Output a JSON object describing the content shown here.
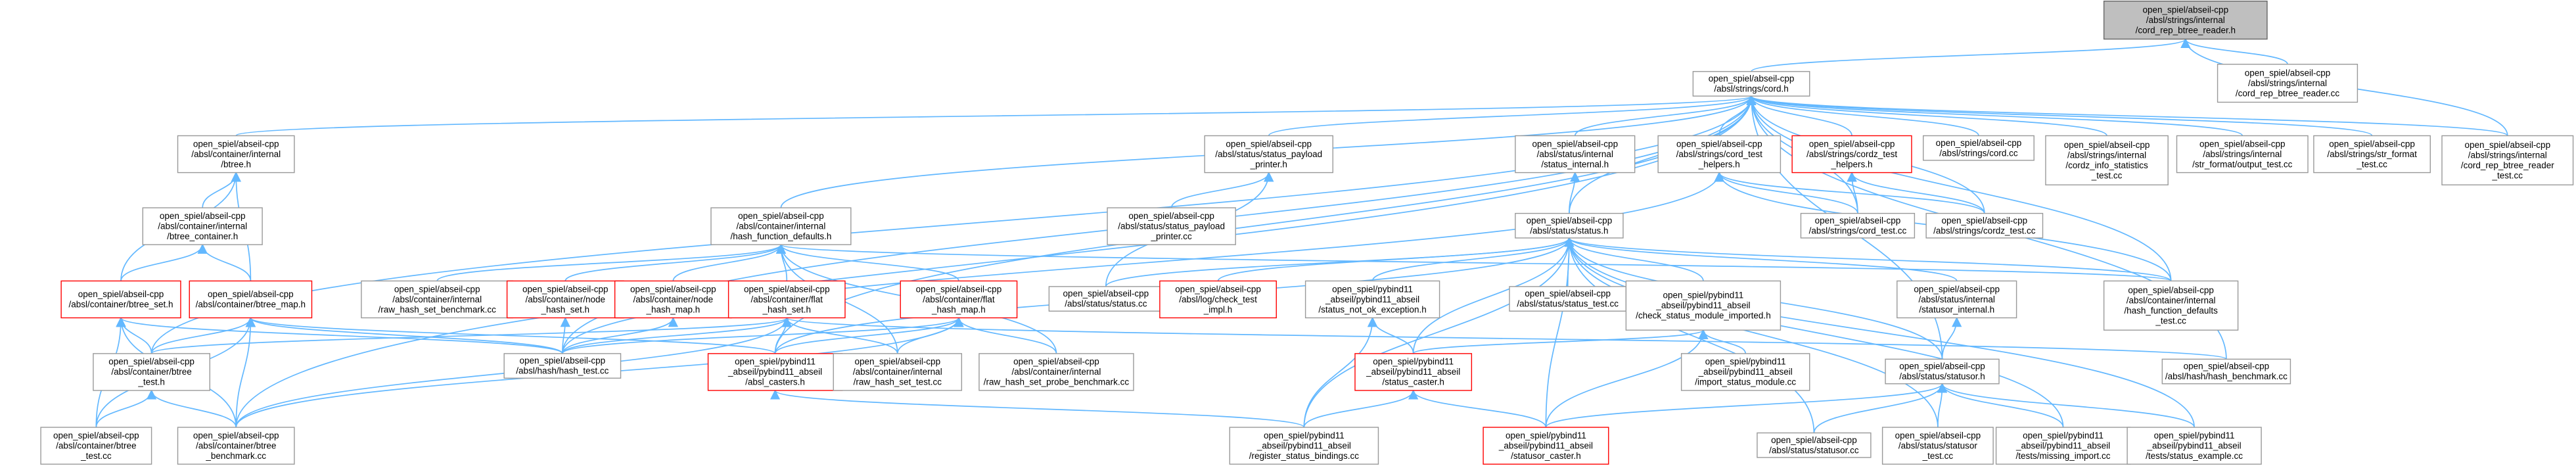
{
  "colors": {
    "edge": "#63b8ff",
    "box_border": "#999999",
    "box_border_highlight": "#ff0000",
    "root_fill": "#bfbfbf"
  },
  "nodes": [
    {
      "id": "root",
      "lines": [
        "open_spiel/abseil-cpp",
        "/absl/strings/internal",
        "/cord_rep_btree_reader.h"
      ],
      "style": "root"
    },
    {
      "id": "reader_cc",
      "lines": [
        "open_spiel/abseil-cpp",
        "/absl/strings/internal",
        "/cord_rep_btree_reader.cc"
      ],
      "style": "normal"
    },
    {
      "id": "cord_h",
      "lines": [
        "open_spiel/abseil-cpp",
        "/absl/strings/cord.h"
      ],
      "style": "normal"
    },
    {
      "id": "btree_h",
      "lines": [
        "open_spiel/abseil-cpp",
        "/absl/container/internal",
        "/btree.h"
      ],
      "style": "normal"
    },
    {
      "id": "status_payload_printer_h",
      "lines": [
        "open_spiel/abseil-cpp",
        "/absl/status/status_payload",
        "_printer.h"
      ],
      "style": "normal"
    },
    {
      "id": "status_internal_h",
      "lines": [
        "open_spiel/abseil-cpp",
        "/absl/status/internal",
        "/status_internal.h"
      ],
      "style": "normal"
    },
    {
      "id": "cord_test_helpers_h",
      "lines": [
        "open_spiel/abseil-cpp",
        "/absl/strings/cord_test",
        "_helpers.h"
      ],
      "style": "normal"
    },
    {
      "id": "cordz_test_helpers_h",
      "lines": [
        "open_spiel/abseil-cpp",
        "/absl/strings/cordz_test",
        "_helpers.h"
      ],
      "style": "red"
    },
    {
      "id": "cord_cc",
      "lines": [
        "open_spiel/abseil-cpp",
        "/absl/strings/cord.cc"
      ],
      "style": "normal"
    },
    {
      "id": "cordz_info_statistics_test",
      "lines": [
        "open_spiel/abseil-cpp",
        "/absl/strings/internal",
        "/cordz_info_statistics",
        "_test.cc"
      ],
      "style": "normal"
    },
    {
      "id": "str_format_output_test",
      "lines": [
        "open_spiel/abseil-cpp",
        "/absl/strings/internal",
        "/str_format/output_test.cc"
      ],
      "style": "normal"
    },
    {
      "id": "str_format_test",
      "lines": [
        "open_spiel/abseil-cpp",
        "/absl/strings/str_format",
        "_test.cc"
      ],
      "style": "normal"
    },
    {
      "id": "reader_test",
      "lines": [
        "open_spiel/abseil-cpp",
        "/absl/strings/internal",
        "/cord_rep_btree_reader",
        "_test.cc"
      ],
      "style": "normal"
    },
    {
      "id": "btree_container_h",
      "lines": [
        "open_spiel/abseil-cpp",
        "/absl/container/internal",
        "/btree_container.h"
      ],
      "style": "normal"
    },
    {
      "id": "hash_function_defaults_h",
      "lines": [
        "open_spiel/abseil-cpp",
        "/absl/container/internal",
        "/hash_function_defaults.h"
      ],
      "style": "normal"
    },
    {
      "id": "status_payload_printer_cc",
      "lines": [
        "open_spiel/abseil-cpp",
        "/absl/status/status_payload",
        "_printer.cc"
      ],
      "style": "normal"
    },
    {
      "id": "status_h",
      "lines": [
        "open_spiel/abseil-cpp",
        "/absl/status/status.h"
      ],
      "style": "normal"
    },
    {
      "id": "cord_test",
      "lines": [
        "open_spiel/abseil-cpp",
        "/absl/strings/cord_test.cc"
      ],
      "style": "normal"
    },
    {
      "id": "cordz_test",
      "lines": [
        "open_spiel/abseil-cpp",
        "/absl/strings/cordz_test.cc"
      ],
      "style": "normal"
    },
    {
      "id": "btree_set_h",
      "lines": [
        "open_spiel/abseil-cpp",
        "/absl/container/btree_set.h"
      ],
      "style": "red"
    },
    {
      "id": "btree_map_h",
      "lines": [
        "open_spiel/abseil-cpp",
        "/absl/container/btree_map.h"
      ],
      "style": "red"
    },
    {
      "id": "raw_hash_set_benchmark",
      "lines": [
        "open_spiel/abseil-cpp",
        "/absl/container/internal",
        "/raw_hash_set_benchmark.cc"
      ],
      "style": "normal"
    },
    {
      "id": "node_hash_set_h",
      "lines": [
        "open_spiel/abseil-cpp",
        "/absl/container/node",
        "_hash_set.h"
      ],
      "style": "red"
    },
    {
      "id": "node_hash_map_h",
      "lines": [
        "open_spiel/abseil-cpp",
        "/absl/container/node",
        "_hash_map.h"
      ],
      "style": "red"
    },
    {
      "id": "flat_hash_set_h",
      "lines": [
        "open_spiel/abseil-cpp",
        "/absl/container/flat",
        "_hash_set.h"
      ],
      "style": "red"
    },
    {
      "id": "flat_hash_map_h",
      "lines": [
        "open_spiel/abseil-cpp",
        "/absl/container/flat",
        "_hash_map.h"
      ],
      "style": "red"
    },
    {
      "id": "status_cc",
      "lines": [
        "open_spiel/abseil-cpp",
        "/absl/status/status.cc"
      ],
      "style": "normal"
    },
    {
      "id": "check_test_impl_h",
      "lines": [
        "open_spiel/abseil-cpp",
        "/absl/log/check_test",
        "_impl.h"
      ],
      "style": "red"
    },
    {
      "id": "status_not_ok_exception_h",
      "lines": [
        "open_spiel/pybind11",
        "_abseil/pybind11_abseil",
        "/status_not_ok_exception.h"
      ],
      "style": "normal"
    },
    {
      "id": "status_test",
      "lines": [
        "open_spiel/abseil-cpp",
        "/absl/status/status_test.cc"
      ],
      "style": "normal"
    },
    {
      "id": "check_status_module_imported_h",
      "lines": [
        "open_spiel/pybind11",
        "_abseil/pybind11_abseil",
        "/check_status_module_imported.h"
      ],
      "style": "normal"
    },
    {
      "id": "statusor_internal_h",
      "lines": [
        "open_spiel/abseil-cpp",
        "/absl/status/internal",
        "/statusor_internal.h"
      ],
      "style": "normal"
    },
    {
      "id": "hash_function_defaults_test",
      "lines": [
        "open_spiel/abseil-cpp",
        "/absl/container/internal",
        "/hash_function_defaults",
        "_test.cc"
      ],
      "style": "normal"
    },
    {
      "id": "btree_test_h",
      "lines": [
        "open_spiel/abseil-cpp",
        "/absl/container/btree",
        "_test.h"
      ],
      "style": "normal"
    },
    {
      "id": "hash_test",
      "lines": [
        "open_spiel/abseil-cpp",
        "/absl/hash/hash_test.cc"
      ],
      "style": "normal"
    },
    {
      "id": "absl_casters_h",
      "lines": [
        "open_spiel/pybind11",
        "_abseil/pybind11_abseil",
        "/absl_casters.h"
      ],
      "style": "red"
    },
    {
      "id": "raw_hash_set_test",
      "lines": [
        "open_spiel/abseil-cpp",
        "/absl/container/internal",
        "/raw_hash_set_test.cc"
      ],
      "style": "normal"
    },
    {
      "id": "raw_hash_set_probe_benchmark",
      "lines": [
        "open_spiel/abseil-cpp",
        "/absl/container/internal",
        "/raw_hash_set_probe_benchmark.cc"
      ],
      "style": "normal"
    },
    {
      "id": "status_caster_h",
      "lines": [
        "open_spiel/pybind11",
        "_abseil/pybind11_abseil",
        "/status_caster.h"
      ],
      "style": "red"
    },
    {
      "id": "import_status_module_cc",
      "lines": [
        "open_spiel/pybind11",
        "_abseil/pybind11_abseil",
        "/import_status_module.cc"
      ],
      "style": "normal"
    },
    {
      "id": "statusor_h",
      "lines": [
        "open_spiel/abseil-cpp",
        "/absl/status/statusor.h"
      ],
      "style": "normal"
    },
    {
      "id": "hash_benchmark",
      "lines": [
        "open_spiel/abseil-cpp",
        "/absl/hash/hash_benchmark.cc"
      ],
      "style": "normal"
    },
    {
      "id": "btree_test",
      "lines": [
        "open_spiel/abseil-cpp",
        "/absl/container/btree",
        "_test.cc"
      ],
      "style": "normal"
    },
    {
      "id": "btree_benchmark",
      "lines": [
        "open_spiel/abseil-cpp",
        "/absl/container/btree",
        "_benchmark.cc"
      ],
      "style": "normal"
    },
    {
      "id": "register_status_bindings",
      "lines": [
        "open_spiel/pybind11",
        "_abseil/pybind11_abseil",
        "/register_status_bindings.cc"
      ],
      "style": "normal"
    },
    {
      "id": "statusor_caster_h",
      "lines": [
        "open_spiel/pybind11",
        "_abseil/pybind11_abseil",
        "/statusor_caster.h"
      ],
      "style": "red"
    },
    {
      "id": "statusor_cc",
      "lines": [
        "open_spiel/abseil-cpp",
        "/absl/status/statusor.cc"
      ],
      "style": "normal"
    },
    {
      "id": "statusor_test",
      "lines": [
        "open_spiel/abseil-cpp",
        "/absl/status/statusor",
        "_test.cc"
      ],
      "style": "normal"
    },
    {
      "id": "missing_import",
      "lines": [
        "open_spiel/pybind11",
        "_abseil/pybind11_abseil",
        "/tests/missing_import.cc"
      ],
      "style": "normal"
    },
    {
      "id": "status_example",
      "lines": [
        "open_spiel/pybind11",
        "_abseil/pybind11_abseil",
        "/tests/status_example.cc"
      ],
      "style": "normal"
    }
  ],
  "edges": [
    [
      "root",
      "cord_h"
    ],
    [
      "root",
      "reader_cc"
    ],
    [
      "root",
      "reader_test"
    ],
    [
      "cord_h",
      "btree_h"
    ],
    [
      "cord_h",
      "status_payload_printer_h"
    ],
    [
      "cord_h",
      "status_internal_h"
    ],
    [
      "cord_h",
      "cord_test_helpers_h"
    ],
    [
      "cord_h",
      "cordz_test_helpers_h"
    ],
    [
      "cord_h",
      "cord_cc"
    ],
    [
      "cord_h",
      "cordz_info_statistics_test"
    ],
    [
      "cord_h",
      "str_format_output_test"
    ],
    [
      "cord_h",
      "str_format_test"
    ],
    [
      "cord_h",
      "reader_test"
    ],
    [
      "cord_h",
      "hash_function_defaults_h"
    ],
    [
      "cord_h",
      "status_h"
    ],
    [
      "cord_h",
      "cord_test"
    ],
    [
      "cord_h",
      "cordz_test"
    ],
    [
      "cord_h",
      "hash_function_defaults_test"
    ],
    [
      "cord_h",
      "hash_benchmark"
    ],
    [
      "cord_h",
      "absl_casters_h"
    ],
    [
      "cord_h",
      "statusor_h"
    ],
    [
      "cord_h",
      "btree_test_h"
    ],
    [
      "cord_h",
      "btree_benchmark"
    ],
    [
      "cord_h",
      "hash_test"
    ],
    [
      "btree_h",
      "btree_container_h"
    ],
    [
      "btree_h",
      "btree_set_h"
    ],
    [
      "btree_h",
      "btree_map_h"
    ],
    [
      "btree_container_h",
      "btree_set_h"
    ],
    [
      "btree_container_h",
      "btree_map_h"
    ],
    [
      "status_payload_printer_h",
      "status_payload_printer_cc"
    ],
    [
      "status_payload_printer_h",
      "status_cc"
    ],
    [
      "status_internal_h",
      "status_h"
    ],
    [
      "cord_test_helpers_h",
      "cord_test"
    ],
    [
      "cord_test_helpers_h",
      "cordz_test"
    ],
    [
      "cord_test_helpers_h",
      "hash_test"
    ],
    [
      "cord_test_helpers_h",
      "hash_function_defaults_test"
    ],
    [
      "cordz_test_helpers_h",
      "cord_test"
    ],
    [
      "cordz_test_helpers_h",
      "cordz_test"
    ],
    [
      "hash_function_defaults_h",
      "raw_hash_set_benchmark"
    ],
    [
      "hash_function_defaults_h",
      "node_hash_set_h"
    ],
    [
      "hash_function_defaults_h",
      "node_hash_map_h"
    ],
    [
      "hash_function_defaults_h",
      "flat_hash_set_h"
    ],
    [
      "hash_function_defaults_h",
      "flat_hash_map_h"
    ],
    [
      "hash_function_defaults_h",
      "hash_function_defaults_test"
    ],
    [
      "hash_function_defaults_h",
      "raw_hash_set_test"
    ],
    [
      "hash_function_defaults_h",
      "raw_hash_set_probe_benchmark"
    ],
    [
      "status_h",
      "status_cc"
    ],
    [
      "status_h",
      "check_test_impl_h"
    ],
    [
      "status_h",
      "status_not_ok_exception_h"
    ],
    [
      "status_h",
      "status_test"
    ],
    [
      "status_h",
      "check_status_module_imported_h"
    ],
    [
      "status_h",
      "statusor_internal_h"
    ],
    [
      "status_h",
      "hash_function_defaults_test"
    ],
    [
      "status_h",
      "statusor_h"
    ],
    [
      "status_h",
      "status_caster_h"
    ],
    [
      "status_h",
      "statusor_caster_h"
    ],
    [
      "status_h",
      "register_status_bindings"
    ],
    [
      "status_h",
      "statusor_cc"
    ],
    [
      "status_h",
      "statusor_test"
    ],
    [
      "status_h",
      "missing_import"
    ],
    [
      "status_h",
      "status_example"
    ],
    [
      "status_h",
      "absl_casters_h"
    ],
    [
      "btree_set_h",
      "btree_test_h"
    ],
    [
      "btree_set_h",
      "hash_test"
    ],
    [
      "btree_set_h",
      "btree_test"
    ],
    [
      "btree_set_h",
      "btree_benchmark"
    ],
    [
      "btree_map_h",
      "btree_test_h"
    ],
    [
      "btree_map_h",
      "hash_test"
    ],
    [
      "btree_map_h",
      "absl_casters_h"
    ],
    [
      "btree_map_h",
      "btree_test"
    ],
    [
      "btree_map_h",
      "btree_benchmark"
    ],
    [
      "node_hash_set_h",
      "hash_test"
    ],
    [
      "node_hash_map_h",
      "hash_test"
    ],
    [
      "flat_hash_set_h",
      "hash_test"
    ],
    [
      "flat_hash_set_h",
      "absl_casters_h"
    ],
    [
      "flat_hash_set_h",
      "raw_hash_set_test"
    ],
    [
      "flat_hash_set_h",
      "btree_test_h"
    ],
    [
      "flat_hash_set_h",
      "hash_benchmark"
    ],
    [
      "flat_hash_set_h",
      "btree_benchmark"
    ],
    [
      "flat_hash_map_h",
      "hash_test"
    ],
    [
      "flat_hash_map_h",
      "absl_casters_h"
    ],
    [
      "flat_hash_map_h",
      "raw_hash_set_test"
    ],
    [
      "flat_hash_map_h",
      "raw_hash_set_probe_benchmark"
    ],
    [
      "flat_hash_map_h",
      "btree_benchmark"
    ],
    [
      "status_not_ok_exception_h",
      "status_caster_h"
    ],
    [
      "status_not_ok_exception_h",
      "register_status_bindings"
    ],
    [
      "check_status_module_imported_h",
      "status_caster_h"
    ],
    [
      "check_status_module_imported_h",
      "import_status_module_cc"
    ],
    [
      "check_status_module_imported_h",
      "statusor_caster_h"
    ],
    [
      "statusor_internal_h",
      "statusor_h"
    ],
    [
      "btree_test_h",
      "btree_test"
    ],
    [
      "btree_test_h",
      "btree_benchmark"
    ],
    [
      "absl_casters_h",
      "register_status_bindings"
    ],
    [
      "status_caster_h",
      "register_status_bindings"
    ],
    [
      "status_caster_h",
      "statusor_caster_h"
    ],
    [
      "statusor_h",
      "statusor_caster_h"
    ],
    [
      "statusor_h",
      "statusor_cc"
    ],
    [
      "statusor_h",
      "statusor_test"
    ],
    [
      "statusor_h",
      "missing_import"
    ],
    [
      "statusor_h",
      "status_example"
    ]
  ]
}
